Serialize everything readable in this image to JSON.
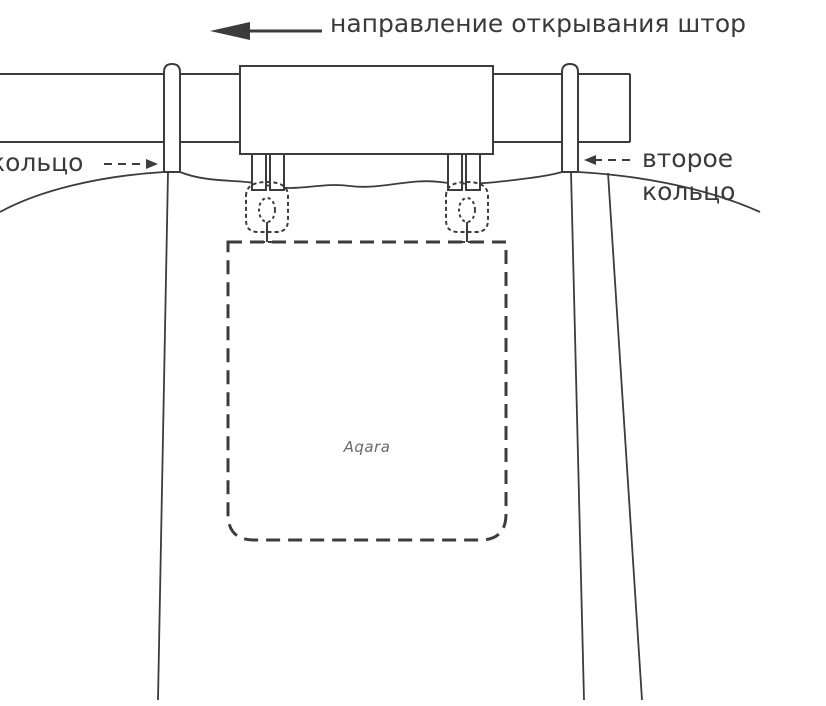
{
  "labels": {
    "direction": "направление открывания штор",
    "first_ring": "кольцо",
    "second_ring_line1": "второе",
    "second_ring_line2": "кольцо"
  },
  "device": {
    "logo": "Aqara"
  },
  "colors": {
    "line": "#3c3c3c",
    "text": "#3a3a3a",
    "background": "#ffffff"
  }
}
